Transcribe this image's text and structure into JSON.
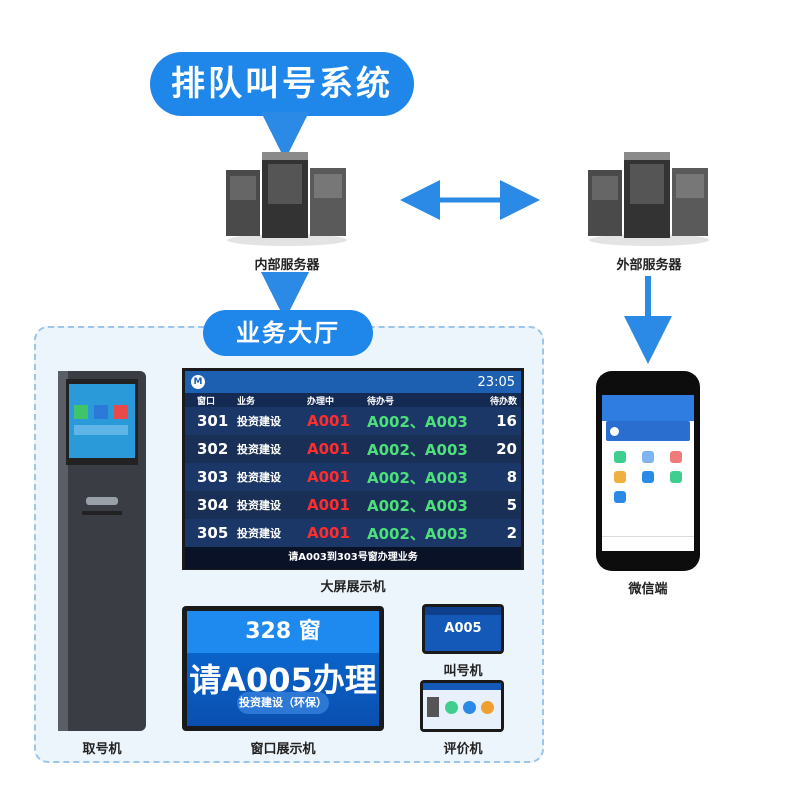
{
  "title": "排队叫号系统",
  "servers": {
    "internal": "内部服务器",
    "external": "外部服务器"
  },
  "hall": {
    "title": "业务大厅",
    "kiosk_label": "取号机",
    "big_screen_label": "大屏展示机",
    "window_display_label": "窗口展示机",
    "call_device_label": "叫号机",
    "rating_device_label": "评价机"
  },
  "big_screen": {
    "time": "23:05",
    "columns": [
      "窗口",
      "业务",
      "办理中",
      "待办号",
      "待办数"
    ],
    "rows": [
      {
        "window": "301",
        "business": "投资建设",
        "current": "A001",
        "pending": "A002、A003",
        "count": "16"
      },
      {
        "window": "302",
        "business": "投资建设",
        "current": "A001",
        "pending": "A002、A003",
        "count": "20"
      },
      {
        "window": "303",
        "business": "投资建设",
        "current": "A001",
        "pending": "A002、A003",
        "count": "8"
      },
      {
        "window": "304",
        "business": "投资建设",
        "current": "A001",
        "pending": "A002、A003",
        "count": "5"
      },
      {
        "window": "305",
        "business": "投资建设",
        "current": "A001",
        "pending": "A002、A003",
        "count": "2"
      }
    ],
    "footer": "请A003到303号窗办理业务"
  },
  "window_display": {
    "window": "328 窗",
    "message": "请A005办理",
    "service": "投资建设（环保）"
  },
  "call_device": {
    "number": "A005"
  },
  "wechat_label": "微信端",
  "colors": {
    "accent": "#1f86ea",
    "hall_bg": "#edf5fc",
    "arrow": "#2b8ae6",
    "current_red": "#ff2d2d",
    "pending_green": "#4de07a"
  }
}
